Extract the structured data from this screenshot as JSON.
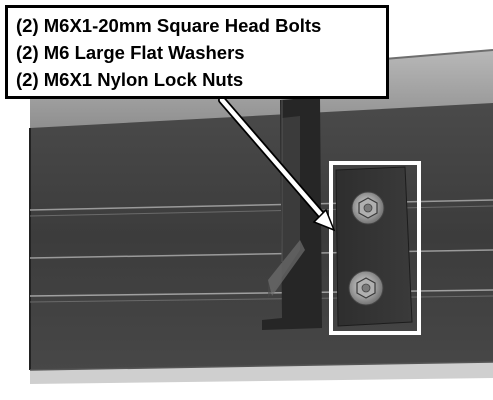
{
  "callout": {
    "lines": [
      "(2) M6X1-20mm Square Head Bolts",
      "(2) M6 Large Flat Washers",
      "(2) M6X1 Nylon Lock Nuts"
    ]
  },
  "colors": {
    "panel_dark": "#3e3e3e",
    "rail_light": "#a8a8a8",
    "highlight_box": "#ffffff",
    "callout_border": "#000000",
    "callout_text": "#000000"
  },
  "icons": {
    "upper_fastener": "hex-bolt-washer-icon",
    "lower_fastener": "hex-bolt-washer-icon"
  }
}
